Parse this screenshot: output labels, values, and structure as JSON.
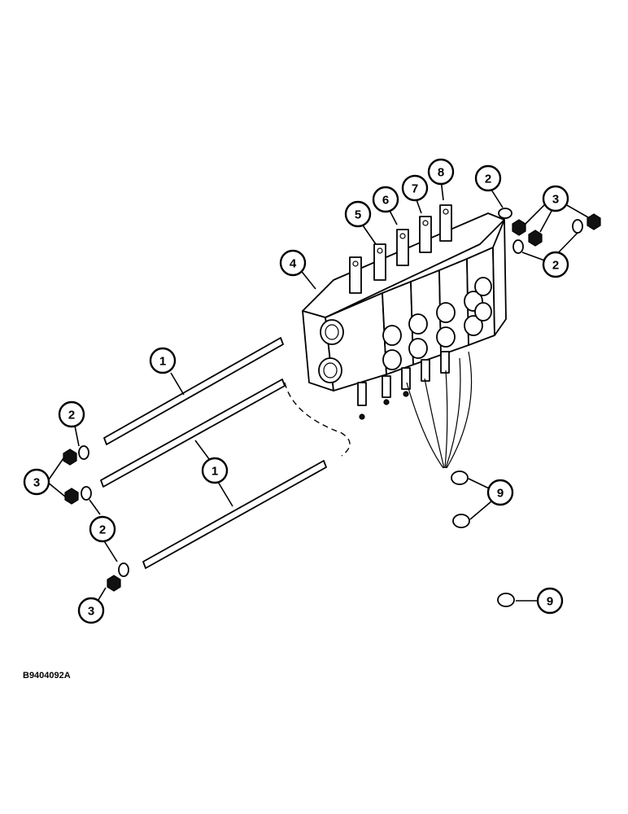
{
  "callouts": [
    {
      "id": "c1a",
      "label": "1"
    },
    {
      "id": "c1b",
      "label": "1"
    },
    {
      "id": "c2a",
      "label": "2"
    },
    {
      "id": "c2b",
      "label": "2"
    },
    {
      "id": "c2c",
      "label": "2"
    },
    {
      "id": "c2d",
      "label": "2"
    },
    {
      "id": "c3a",
      "label": "3"
    },
    {
      "id": "c3b",
      "label": "3"
    },
    {
      "id": "c3c",
      "label": "3"
    },
    {
      "id": "c4",
      "label": "4"
    },
    {
      "id": "c5",
      "label": "5"
    },
    {
      "id": "c6",
      "label": "6"
    },
    {
      "id": "c7",
      "label": "7"
    },
    {
      "id": "c8",
      "label": "8"
    },
    {
      "id": "c9a",
      "label": "9"
    },
    {
      "id": "c9b",
      "label": "9"
    }
  ],
  "drawing_code": "B9404092A"
}
